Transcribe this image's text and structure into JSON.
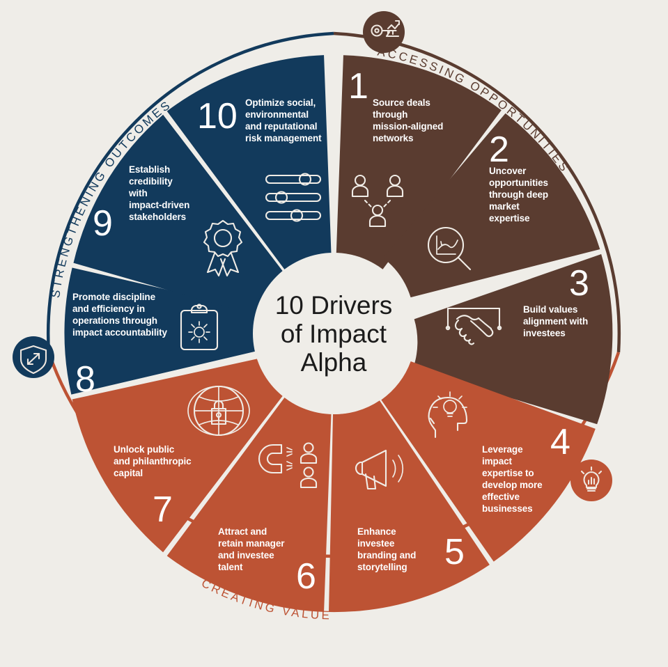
{
  "colors": {
    "background": "#efede8",
    "navy": "#123a5c",
    "brown": "#5a3c30",
    "orange": "#bd5334",
    "text_light": "#f2ece6",
    "center_text": "#1b1b1b"
  },
  "center": {
    "line1": "10 Drivers",
    "line2": "of Impact",
    "line3": "Alpha"
  },
  "arcs": [
    {
      "id": "accessing-opportunities",
      "label": "ACCESSING OPPORTUNITIES",
      "color": "#5a3c30"
    },
    {
      "id": "creating-value",
      "label": "CREATING VALUE",
      "color": "#bd5334"
    },
    {
      "id": "strengthening-outcomes",
      "label": "STRENGTHENING OUTCOMES",
      "color": "#123a5c"
    }
  ],
  "badges": [
    {
      "id": "badge-top",
      "icon": "key-growth-icon",
      "color": "#5a3c30"
    },
    {
      "id": "badge-right",
      "icon": "lightbulb-chart-icon",
      "color": "#bd5334"
    },
    {
      "id": "badge-left",
      "icon": "shield-arrows-icon",
      "color": "#123a5c"
    }
  ],
  "segments": [
    {
      "number": "1",
      "group": "accessing-opportunities",
      "color": "#5a3c30",
      "icon": "people-network-icon",
      "lines": [
        "Source deals",
        "through",
        "mission-aligned",
        "networks"
      ]
    },
    {
      "number": "2",
      "group": "accessing-opportunities",
      "color": "#5a3c30",
      "icon": "magnifier-chart-icon",
      "lines": [
        "Uncover",
        "opportunities",
        "through deep",
        "market",
        "expertise"
      ]
    },
    {
      "number": "3",
      "group": "accessing-opportunities",
      "color": "#5a3c30",
      "icon": "handshake-icon",
      "lines": [
        "Build values",
        "alignment with",
        "investees"
      ]
    },
    {
      "number": "4",
      "group": "creating-value",
      "color": "#bd5334",
      "icon": "head-lightbulb-icon",
      "lines": [
        "Leverage",
        "impact",
        "expertise to",
        "develop more",
        "effective",
        "businesses"
      ]
    },
    {
      "number": "5",
      "group": "creating-value",
      "color": "#bd5334",
      "icon": "megaphone-icon",
      "lines": [
        "Enhance",
        "investee",
        "branding and",
        "storytelling"
      ]
    },
    {
      "number": "6",
      "group": "creating-value",
      "color": "#bd5334",
      "icon": "magnet-people-icon",
      "lines": [
        "Attract and",
        "retain manager",
        "and investee",
        "talent"
      ]
    },
    {
      "number": "7",
      "group": "creating-value",
      "color": "#bd5334",
      "icon": "globe-lock-icon",
      "lines": [
        "Unlock public",
        "and philanthropic",
        "capital"
      ]
    },
    {
      "number": "8",
      "group": "strengthening-outcomes",
      "color": "#123a5c",
      "icon": "clipboard-gear-icon",
      "lines": [
        "Promote discipline",
        "and efficiency in",
        "operations through",
        "impact accountability"
      ]
    },
    {
      "number": "9",
      "group": "strengthening-outcomes",
      "color": "#123a5c",
      "icon": "award-ribbon-icon",
      "lines": [
        "Establish",
        "credibility",
        "with",
        "impact-driven",
        "stakeholders"
      ]
    },
    {
      "number": "10",
      "group": "strengthening-outcomes",
      "color": "#123a5c",
      "icon": "sliders-icon",
      "lines": [
        "Optimize social,",
        "environmental",
        "and reputational",
        "risk management"
      ]
    }
  ]
}
